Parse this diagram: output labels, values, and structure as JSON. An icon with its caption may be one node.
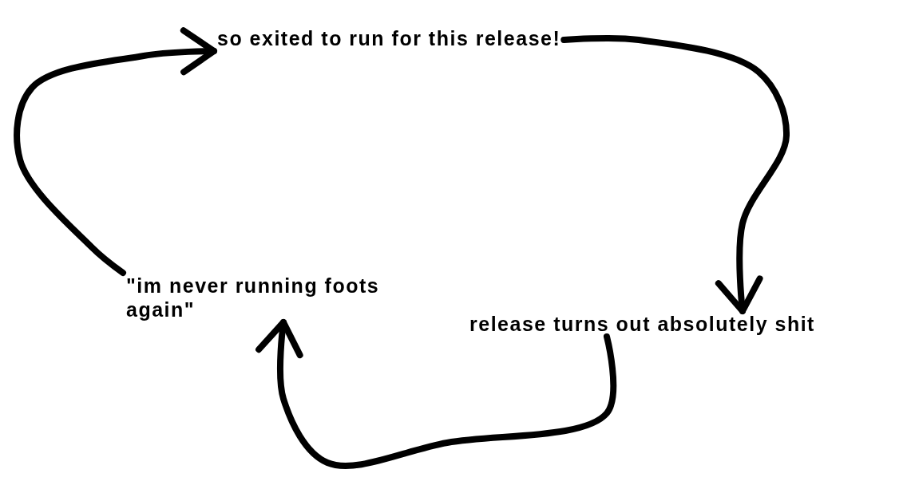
{
  "diagram": {
    "nodes": [
      {
        "text": [
          "so exited to run for this release!"
        ]
      },
      {
        "text": [
          "release turns out absolutely shit"
        ]
      },
      {
        "text": [
          "\"im never running foots again\""
        ]
      }
    ],
    "edges": [
      {
        "from": 0,
        "to": 1,
        "arrow": "to"
      },
      {
        "from": 1,
        "to": 2,
        "arrow": "to"
      },
      {
        "from": 2,
        "to": 0,
        "arrow": "to"
      }
    ]
  }
}
